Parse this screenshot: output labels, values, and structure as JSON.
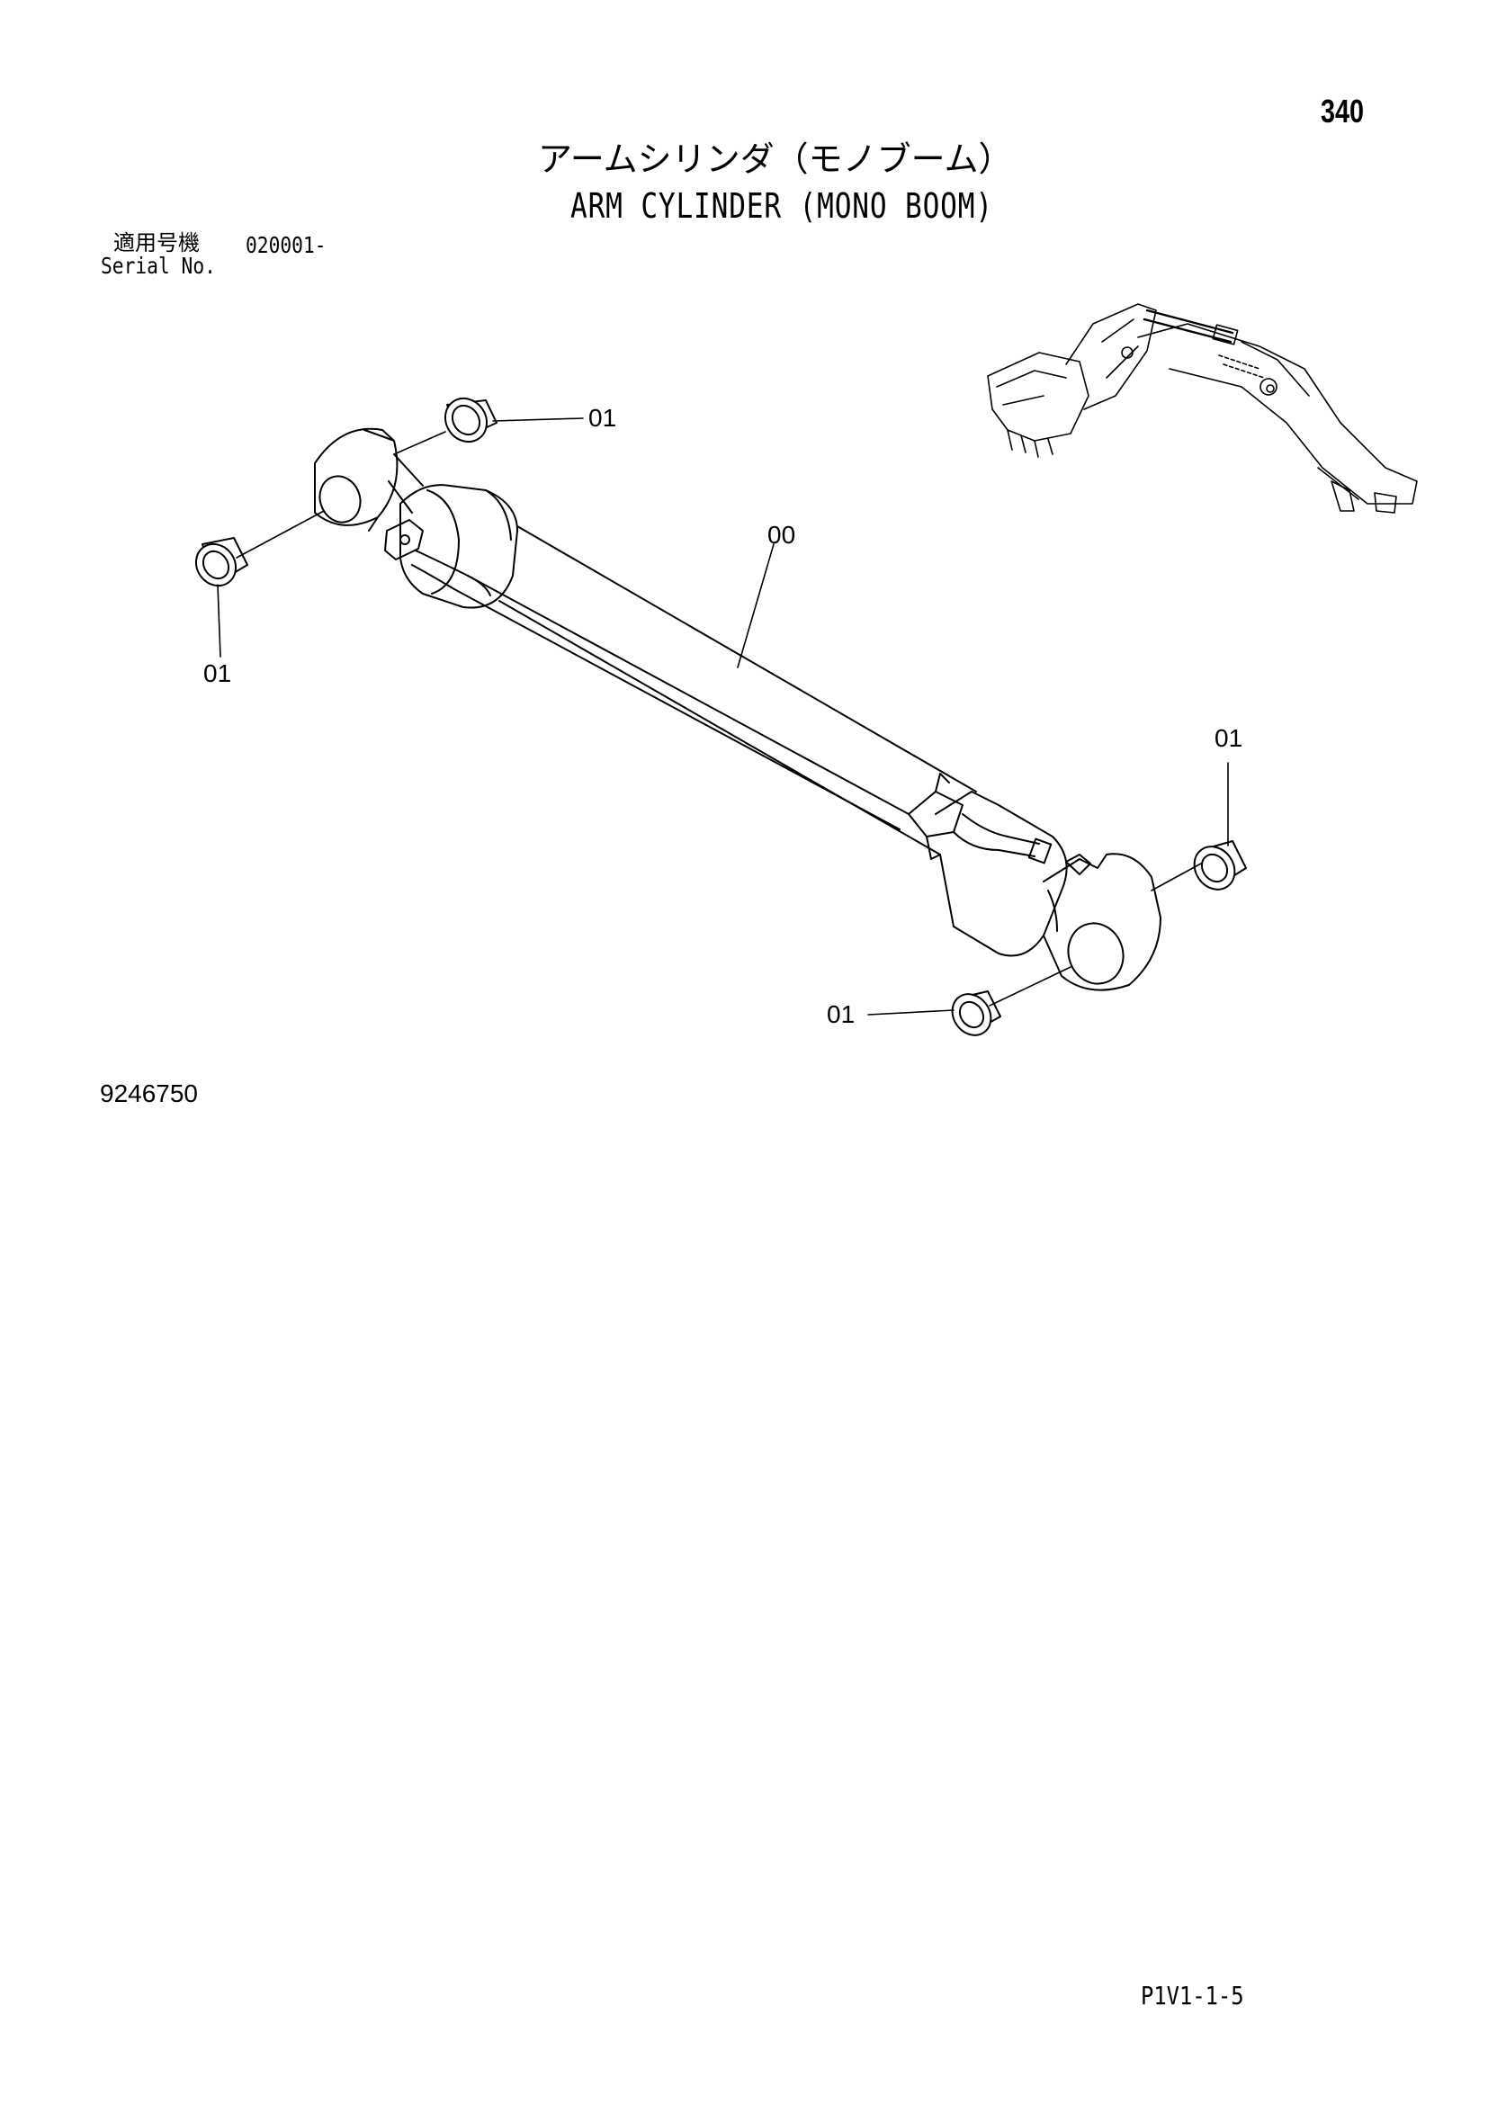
{
  "page": {
    "number": "340",
    "title_jp": "アームシリンダ（モノブーム）",
    "title_en": "ARM CYLINDER (MONO BOOM)",
    "serial_label_jp": "適用号機",
    "serial_range": "020001-",
    "serial_label_en": "Serial No.",
    "drawing_number": "9246750",
    "footer_code": "P1V1-1-5"
  },
  "callouts": {
    "bushing_top": "01",
    "bushing_left": "01",
    "cylinder_assembly": "00",
    "bushing_right": "01",
    "bushing_bottom": "01"
  }
}
